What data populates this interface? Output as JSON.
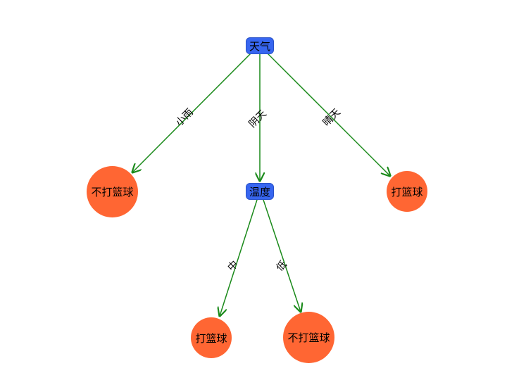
{
  "colors": {
    "decision_fill": "#3766f0",
    "leaf_fill": "#ff6633",
    "edge": "#1a8a1a"
  },
  "nodes": {
    "weather": "天气",
    "temperature": "温度",
    "leaf_rain": "不打篮球",
    "leaf_sunny": "打篮球",
    "leaf_mid": "打篮球",
    "leaf_low": "不打篮球"
  },
  "edges": {
    "rain": "小雨",
    "cloudy": "阴天",
    "sunny": "晴天",
    "mid": "中",
    "low": "低"
  }
}
